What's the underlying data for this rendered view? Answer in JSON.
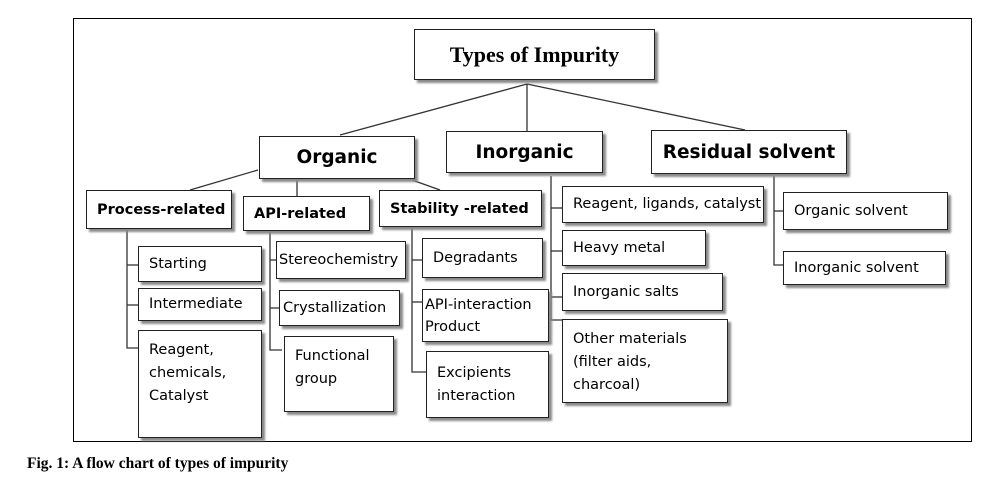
{
  "diagram": {
    "root": "Types of Impurity",
    "categories": {
      "organic": "Organic",
      "inorganic": "Inorganic",
      "residual": "Residual solvent"
    },
    "organic_groups": {
      "process": "Process-related",
      "api": "API-related",
      "stability": "Stability -related"
    },
    "process_items": [
      "Starting",
      "Intermediate",
      "Reagent,\nchemicals,\nCatalyst"
    ],
    "api_items": [
      "Stereochemistry",
      "Crystallization",
      "Functional\ngroup"
    ],
    "stability_items": [
      "Degradants",
      "API-interaction\nProduct",
      "Excipients\ninteraction"
    ],
    "inorganic_items": [
      "Reagent, ligands, catalyst",
      "Heavy metal",
      "Inorganic salts",
      "Other materials\n(filter aids,\ncharcoal)"
    ],
    "residual_items": [
      "Organic solvent",
      "Inorganic solvent"
    ]
  },
  "caption": "Fig. 1: A flow chart of types of impurity"
}
